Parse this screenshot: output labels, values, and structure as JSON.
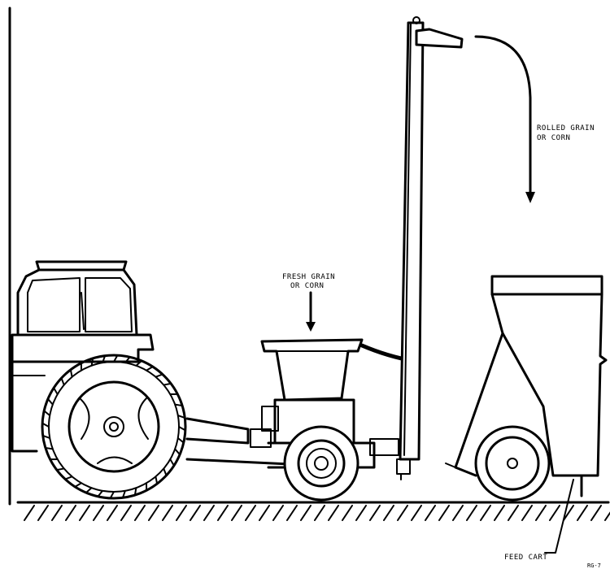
{
  "labels": {
    "output_line1": "ROLLED GRAIN",
    "output_line2": "OR CORN",
    "input_line1": "FRESH GRAIN",
    "input_line2": "OR CORN",
    "feed_cart": "FEED CART",
    "figure_code": "RG-7"
  }
}
